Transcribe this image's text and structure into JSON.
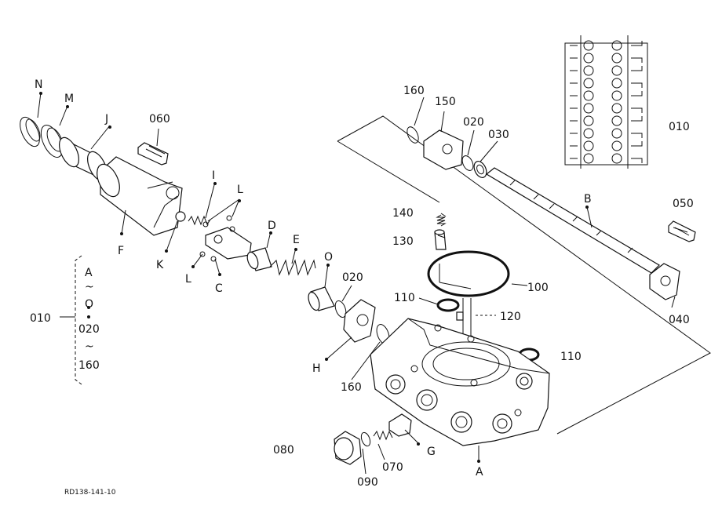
{
  "diagram": {
    "labels": {
      "N": "N",
      "M": "M",
      "J": "J",
      "p060": "060",
      "I": "I",
      "L_top": "L",
      "D": "D",
      "E": "E",
      "O": "O",
      "p020_mid": "020",
      "K": "K",
      "F": "F",
      "L_bottom": "L",
      "C": "C",
      "H": "H",
      "p160_bottom": "160",
      "p160_top": "160",
      "p150": "150",
      "p020_top": "020",
      "p030": "030",
      "p140": "140",
      "p130": "130",
      "B": "B",
      "p050": "050",
      "p100": "100",
      "p110_left": "110",
      "p120": "120",
      "p110_right": "110",
      "p040": "040",
      "p010_right": "010",
      "G": "G",
      "A": "A",
      "p080": "080",
      "p070": "070",
      "p090": "090"
    },
    "range_note": {
      "part": "010",
      "line1": "A",
      "tilde1": "~",
      "line2": "O",
      "line3": "020",
      "tilde2": "~",
      "line4": "160"
    },
    "ref_code": "RD138-141-10"
  }
}
